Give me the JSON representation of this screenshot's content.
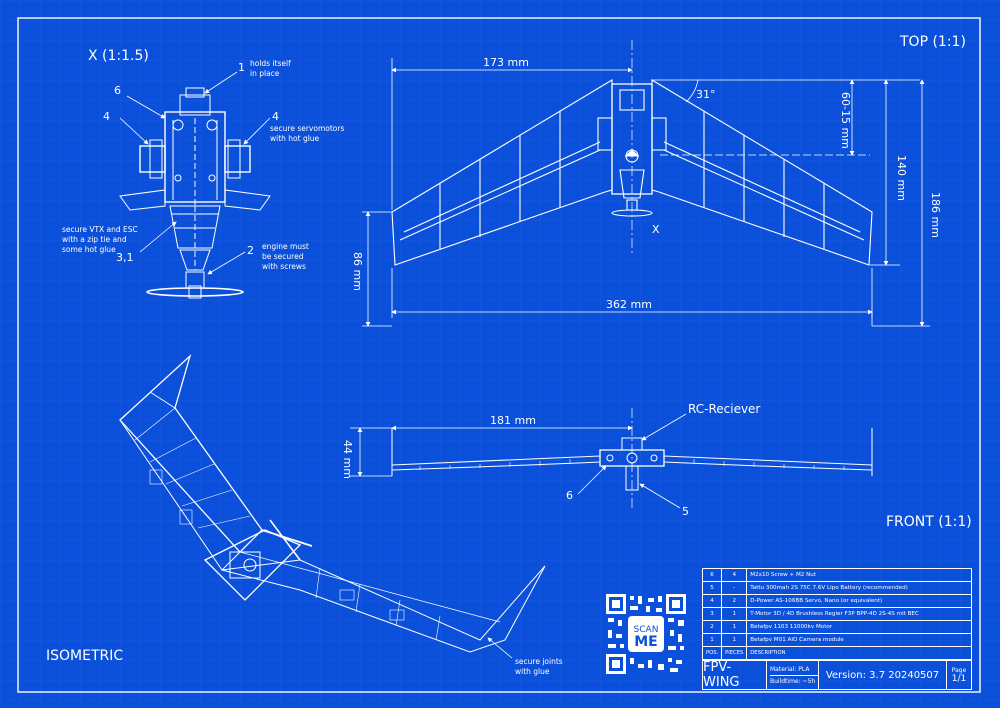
{
  "views": {
    "detail_title": "X (1:1.5)",
    "top_title": "TOP (1:1)",
    "front_title": "FRONT (1:1)",
    "iso_title": "ISOMETRIC"
  },
  "dimensions": {
    "top_half_span": "173 mm",
    "top_span": "362 mm",
    "top_chord_root": "140 mm",
    "top_length": "186 mm",
    "top_left": "86 mm",
    "top_sweep": "60-15 mm",
    "top_angle": "31°",
    "detail_marker": "X",
    "front_half_span": "181 mm",
    "front_height": "44 mm"
  },
  "callouts": {
    "c1_num": "1",
    "c1_text": [
      "holds itself",
      "in place"
    ],
    "c6_num": "6",
    "c4a_num": "4",
    "c4b_num": "4",
    "c4b_text": [
      "secure servomotors",
      "with hot glue"
    ],
    "c31_num": "3,1",
    "c31_text": [
      "secure VTX and ESC",
      "with a zip tie and",
      "some hot glue"
    ],
    "c2_num": "2",
    "c2_text": [
      "engine must",
      "be secured",
      "with screws"
    ],
    "rc_label": "RC-Reciever",
    "f6_num": "6",
    "f5_num": "5",
    "iso_note": [
      "secure joints",
      "with glue"
    ]
  },
  "parts": [
    {
      "pos": "6",
      "pcs": "4",
      "desc": "M2x10 Screw + M2 Nut"
    },
    {
      "pos": "5",
      "pcs": "-",
      "desc": "Tattu 300mah 2S 75C 7.6V Lipo Battery (recommended)"
    },
    {
      "pos": "4",
      "pcs": "2",
      "desc": "D-Power AS-106BB Servo, Nano (or equivalent)"
    },
    {
      "pos": "3",
      "pcs": "1",
      "desc": "T-Motor 3D / 4D Brushless Regler F3P BPP-4D 2S-4S mit BEC"
    },
    {
      "pos": "2",
      "pcs": "1",
      "desc": "Betafpv 1103 11000kv Motor"
    },
    {
      "pos": "1",
      "pcs": "1",
      "desc": "Betafpv M01 AIO Camera module"
    }
  ],
  "parts_header": {
    "pos": "POS.",
    "pcs": "PIECES",
    "desc": "DESCRIPTION"
  },
  "titleblock": {
    "name": "FPV-WING",
    "material": "Material: PLA",
    "buildtime": "Buildtime: ~5h",
    "version": "Version: 3.7 20240507",
    "page_label": "Page",
    "page": "1/1"
  },
  "qr": {
    "line1": "SCAN",
    "line2": "ME"
  },
  "colors": {
    "background": "#0b50da",
    "line": "#ffffff"
  }
}
